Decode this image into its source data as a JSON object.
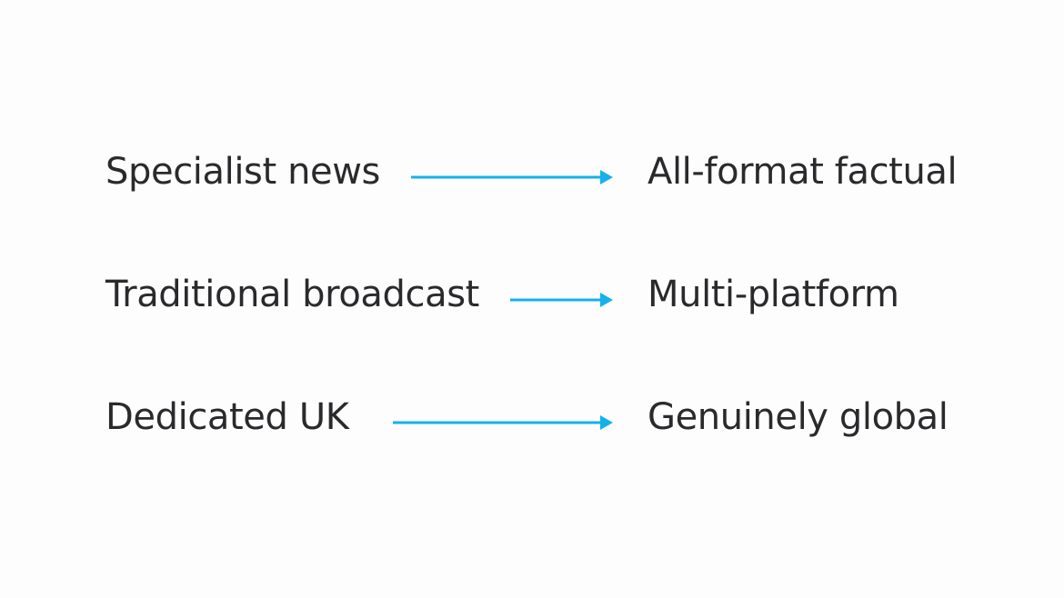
{
  "accent_color": "#15b1ec",
  "rows": [
    {
      "from": "Specialist news",
      "to": "All-format factual"
    },
    {
      "from": "Traditional broadcast",
      "to": "Multi-platform"
    },
    {
      "from": "Dedicated UK",
      "to": "Genuinely global"
    }
  ],
  "icons": {
    "arrow": "arrow-right-icon"
  }
}
